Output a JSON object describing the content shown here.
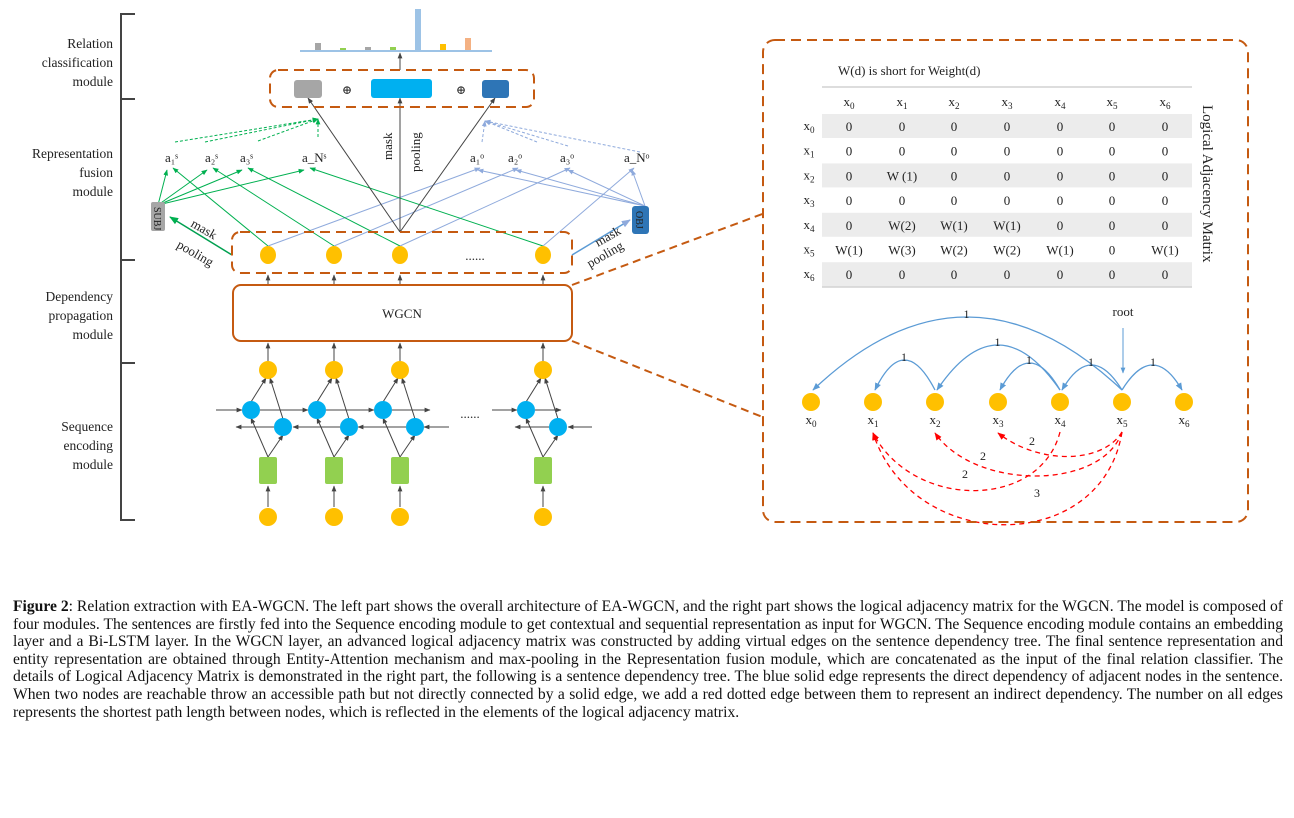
{
  "modules": [
    [
      "Relation",
      "classification",
      "module"
    ],
    [
      "Representation",
      "fusion",
      "module"
    ],
    [
      "Dependency",
      "propagation",
      "module"
    ],
    [
      "Sequence",
      "encoding",
      "module"
    ]
  ],
  "classifier_bars": [
    {
      "value": 7,
      "color": "#a6a6a6"
    },
    {
      "value": 2,
      "color": "#92d050"
    },
    {
      "value": 3,
      "color": "#a6a6a6"
    },
    {
      "value": 3,
      "color": "#92d050"
    },
    {
      "value": 41,
      "color": "#9dc3e6"
    },
    {
      "value": 6,
      "color": "#ffc000"
    },
    {
      "value": 12,
      "color": "#f4b183"
    }
  ],
  "concat_symbol": "⊕",
  "subj_label": "SUBJ",
  "obj_label": "OBJ",
  "mask_label": "mask",
  "pooling_label": "pooling",
  "subject_attention": [
    "a₁ˢ",
    "a₂ˢ",
    "a₃ˢ",
    "a_Nˢ"
  ],
  "object_attention": [
    "a₁ᵒ",
    "a₂ᵒ",
    "a₃ᵒ",
    "a_Nᵒ"
  ],
  "ellipsis": "......",
  "wgcn_label": "WGCN",
  "colors": {
    "orange_dash": "#c55a11",
    "node_yellow": "#ffc000",
    "lstm_blue": "#00b0f0",
    "embed_green": "#92d050",
    "subj_gray": "#a6a6a6",
    "obj_blue": "#2e75b6",
    "tree_blue": "#5b9bd5",
    "indirect_red": "#ff0000"
  },
  "matrix": {
    "note": "W(d) is short for Weight(d)",
    "title": "Logical Adjacency Matrix",
    "columns": [
      "x₀",
      "x₁",
      "x₂",
      "x₃",
      "x₄",
      "x₅",
      "x₆"
    ],
    "rows": [
      {
        "label": "x₀",
        "cells": [
          "0",
          "0",
          "0",
          "0",
          "0",
          "0",
          "0"
        ]
      },
      {
        "label": "x₁",
        "cells": [
          "0",
          "0",
          "0",
          "0",
          "0",
          "0",
          "0"
        ]
      },
      {
        "label": "x₂",
        "cells": [
          "0",
          "W (1)",
          "0",
          "0",
          "0",
          "0",
          "0"
        ]
      },
      {
        "label": "x₃",
        "cells": [
          "0",
          "0",
          "0",
          "0",
          "0",
          "0",
          "0"
        ]
      },
      {
        "label": "x₄",
        "cells": [
          "0",
          "W(2)",
          "W(1)",
          "W(1)",
          "0",
          "0",
          "0"
        ]
      },
      {
        "label": "x₅",
        "cells": [
          "W(1)",
          "W(3)",
          "W(2)",
          "W(2)",
          "W(1)",
          "0",
          "W(1)"
        ]
      },
      {
        "label": "x₆",
        "cells": [
          "0",
          "0",
          "0",
          "0",
          "0",
          "0",
          "0"
        ]
      }
    ]
  },
  "tree": {
    "root_label": "root",
    "nodes": [
      "x₀",
      "x₁",
      "x₂",
      "x₃",
      "x₄",
      "x₅",
      "x₆"
    ],
    "direct_edges": [
      {
        "from": 5,
        "to": 0,
        "label": "1"
      },
      {
        "from": 4,
        "to": 2,
        "label": "1"
      },
      {
        "from": 2,
        "to": 1,
        "label": "1"
      },
      {
        "from": 4,
        "to": 3,
        "label": "1"
      },
      {
        "from": 5,
        "to": 4,
        "label": "1"
      },
      {
        "from": 5,
        "to": 6,
        "label": "1"
      }
    ],
    "indirect_edges": [
      {
        "from": 5,
        "to": 3,
        "label": "2"
      },
      {
        "from": 5,
        "to": 2,
        "label": "2"
      },
      {
        "from": 4,
        "to": 1,
        "label": "2"
      },
      {
        "from": 5,
        "to": 1,
        "label": "3"
      }
    ]
  },
  "caption": {
    "label": "Figure 2",
    "text": ": Relation extraction with EA-WGCN. The left part shows the overall architecture of EA-WGCN, and the right part shows the logical adjacency matrix for the WGCN. The model is composed of four modules. The sentences are firstly fed into the Sequence encoding module to get contextual and sequential representation as input for WGCN. The Sequence encoding module contains an embedding layer and a Bi-LSTM layer. In the WGCN layer, an advanced logical adjacency matrix was constructed by adding virtual edges on the sentence dependency tree. The final sentence representation and entity representation are obtained through Entity-Attention mechanism and max-pooling in the Representation fusion module, which are concatenated as the input of the final relation classifier. The details of Logical Adjacency Matrix is demonstrated in the right part, the following is a sentence dependency tree. The blue solid edge represents the direct dependency of adjacent nodes in the sentence. When two nodes are reachable throw an accessible path but not directly connected by a solid edge, we add a red dotted edge between them to represent an indirect dependency. The number on all edges represents the shortest path length between nodes, which is reflected in the elements of the logical adjacency matrix."
  }
}
